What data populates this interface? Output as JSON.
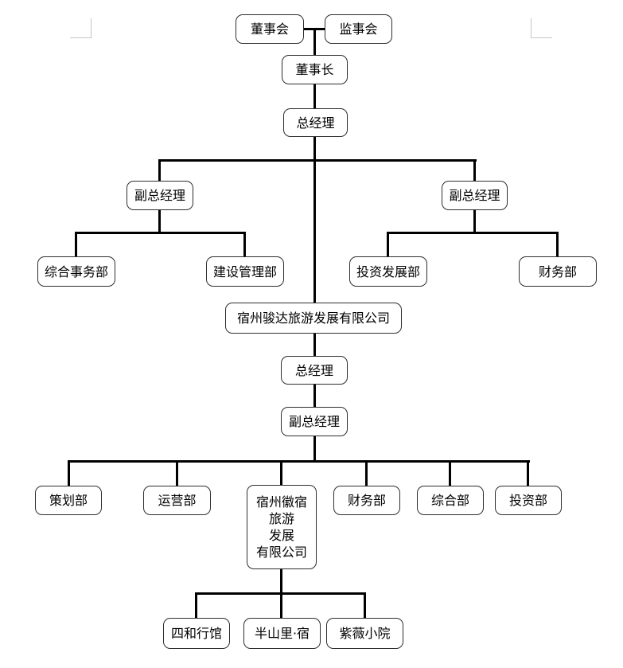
{
  "colors": {
    "background": "#ffffff",
    "box_fill": "#ffffff",
    "box_border": "#2e2e2e",
    "connector_line": "#000000",
    "text": "#000000",
    "margin_mark": "#c6c6c6"
  },
  "org_chart": {
    "type": "org-chart",
    "nodes": {
      "board": {
        "label": "董事会"
      },
      "supervisory_board": {
        "label": "监事会"
      },
      "chairman": {
        "label": "董事长"
      },
      "general_manager_1": {
        "label": "总经理"
      },
      "deputy_gm_left": {
        "label": "副总经理"
      },
      "deputy_gm_right": {
        "label": "副总经理"
      },
      "general_affairs_dept": {
        "label": "综合事务部"
      },
      "construction_mgmt_dept": {
        "label": "建设管理部"
      },
      "investment_dev_dept": {
        "label": "投资发展部"
      },
      "finance_dept_1": {
        "label": "财务部"
      },
      "junda_company": {
        "label": "宿州骏达旅游发展有限公司"
      },
      "general_manager_2": {
        "label": "总经理"
      },
      "deputy_gm_2": {
        "label": "副总经理"
      },
      "planning_dept": {
        "label": "策划部"
      },
      "operations_dept": {
        "label": "运营部"
      },
      "huisu_company": {
        "label": "宿州徽宿\n旅游\n发展\n有限公司"
      },
      "finance_dept_2": {
        "label": "财务部"
      },
      "general_dept": {
        "label": "综合部"
      },
      "investment_dept": {
        "label": "投资部"
      },
      "sihe_guesthouse": {
        "label": "四和行馆"
      },
      "banshanli_su": {
        "label": "半山里·宿"
      },
      "ziwei_courtyard": {
        "label": "紫薇小院"
      }
    },
    "edges": [
      [
        "board",
        "chairman"
      ],
      [
        "supervisory_board",
        "chairman"
      ],
      [
        "chairman",
        "general_manager_1"
      ],
      [
        "general_manager_1",
        "deputy_gm_left"
      ],
      [
        "general_manager_1",
        "deputy_gm_right"
      ],
      [
        "deputy_gm_left",
        "general_affairs_dept"
      ],
      [
        "deputy_gm_left",
        "construction_mgmt_dept"
      ],
      [
        "deputy_gm_right",
        "investment_dev_dept"
      ],
      [
        "deputy_gm_right",
        "finance_dept_1"
      ],
      [
        "general_manager_1",
        "junda_company"
      ],
      [
        "junda_company",
        "general_manager_2"
      ],
      [
        "general_manager_2",
        "deputy_gm_2"
      ],
      [
        "deputy_gm_2",
        "planning_dept"
      ],
      [
        "deputy_gm_2",
        "operations_dept"
      ],
      [
        "deputy_gm_2",
        "huisu_company"
      ],
      [
        "deputy_gm_2",
        "finance_dept_2"
      ],
      [
        "deputy_gm_2",
        "general_dept"
      ],
      [
        "deputy_gm_2",
        "investment_dept"
      ],
      [
        "huisu_company",
        "sihe_guesthouse"
      ],
      [
        "huisu_company",
        "banshanli_su"
      ],
      [
        "huisu_company",
        "ziwei_courtyard"
      ]
    ]
  }
}
